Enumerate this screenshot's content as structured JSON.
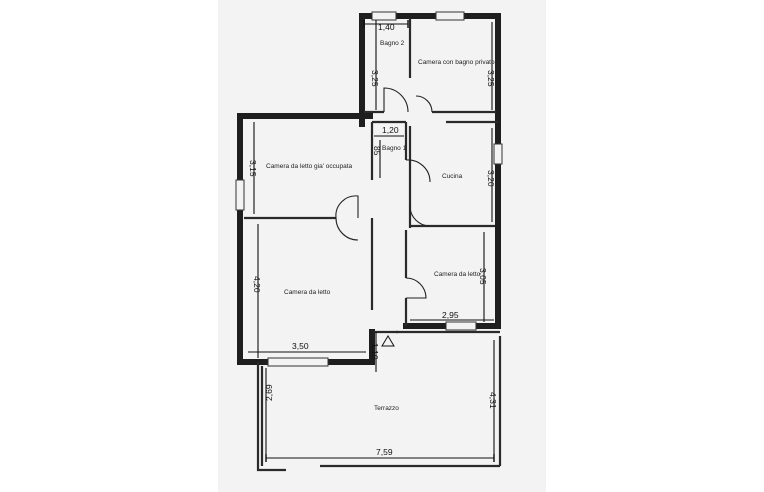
{
  "floor_plan": {
    "rooms": {
      "bagno_2": "Bagno 2",
      "camera_bagno_privato": "Camera con bagno privato",
      "bagno_1": "Bagno 1",
      "camera_occupata": "Camera da letto gia' occupata",
      "cucina": "Cucina",
      "camera_letto_1": "Camera da letto",
      "camera_letto_2": "Camera da letto",
      "terrazzo": "Terrazzo"
    },
    "dimensions": {
      "bagno_2_width": "1,40",
      "bagno_2_depth": "3,25",
      "camera_bagno_privato_depth": "3,25",
      "bagno_1_width": "1,20",
      "bagno_1_depth": "85",
      "camera_occupata_depth": "3,15",
      "cucina_depth": "3,20",
      "camera_letto_2_depth": "3,05",
      "camera_letto_2_width": "2,95",
      "camera_letto_1_depth": "4,20",
      "camera_letto_1_width": "3,50",
      "ingresso": "1,10",
      "terrazzo_left_depth": "2,69",
      "terrazzo_right_depth": "4,31",
      "terrazzo_width": "7,59"
    }
  }
}
